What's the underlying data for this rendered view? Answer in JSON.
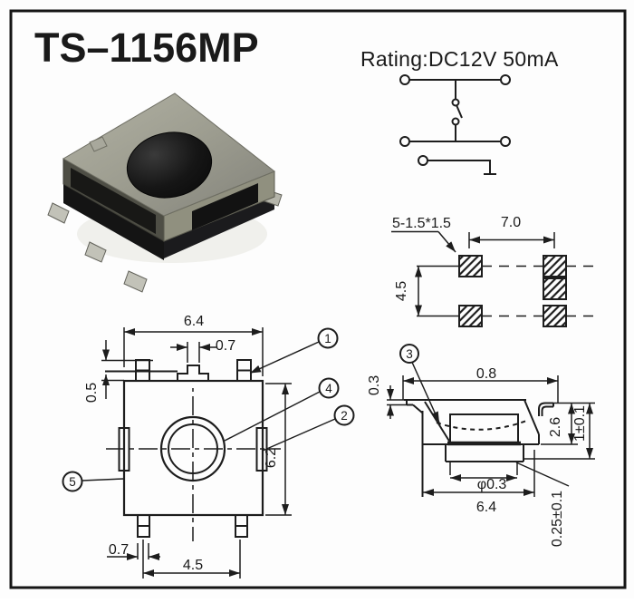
{
  "title": "TS–1156MP",
  "rating_label": "Rating:DC12V 50mA",
  "ink_color": "#1d1d1d",
  "photo": {
    "alt": "SMD tactile switch product photo"
  },
  "top_view": {
    "dim_width": "6.4",
    "dim_tab": "0.7",
    "dim_cover": "0.5",
    "dim_height": "6.2",
    "dim_pad": "0.7",
    "dim_pitch": "4.5",
    "callout_1": "1",
    "callout_2": "2",
    "callout_4": "4",
    "callout_5": "5"
  },
  "land_pattern": {
    "label": "5-1.5*1.5",
    "dim_h": "7.0",
    "dim_v": "4.5"
  },
  "section": {
    "callout_3": "3",
    "dim_top": "0.8",
    "dim_ear": "0.3",
    "dim_h1": "2.6",
    "dim_h2": "1±0.1",
    "dim_dia": "φ0.3",
    "dim_width": "6.4",
    "dim_thick": "0.25±0.1"
  }
}
